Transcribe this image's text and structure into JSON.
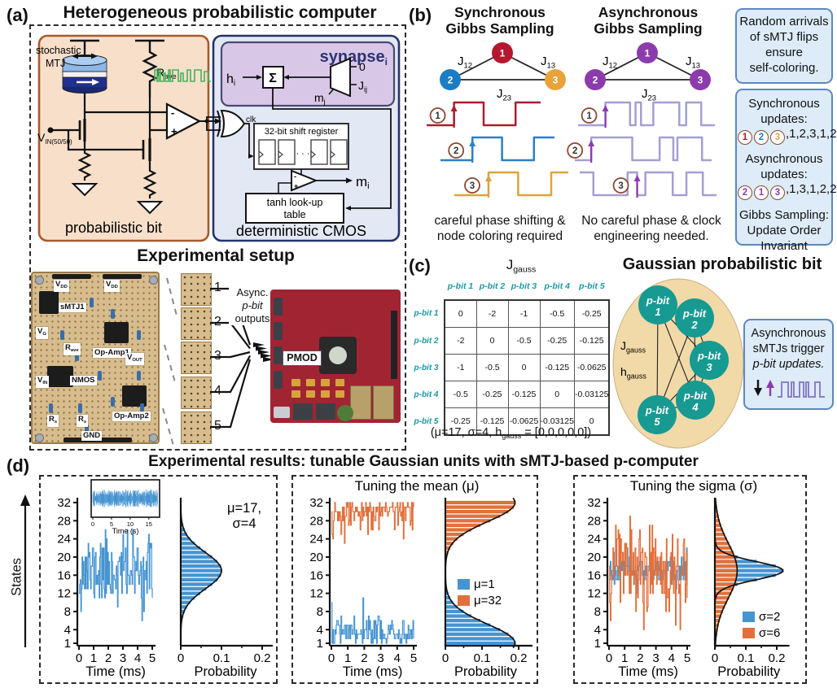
{
  "panel_a": {
    "label": "(a)",
    "title": "Heterogeneous probabilistic computer",
    "pbit": {
      "box_label": "probabilistic bit",
      "mtj_line1": "stochastic",
      "mtj_line2": "MTJ",
      "r_main": "R",
      "r_sub": "ave",
      "v_main": "V",
      "v_sub": "IN(50/50)"
    },
    "cmos": {
      "box_label": "deterministic CMOS",
      "synapse_main": "synapse",
      "synapse_sub": "i",
      "h_main": "h",
      "h_sub": "i",
      "sum": "Σ",
      "mux_top": "0",
      "j_main": "J",
      "j_sub": "ij",
      "m_main": "m",
      "m_sub": "j",
      "clk": "clk",
      "register": "32-bit shift register",
      "dots": "· · ·",
      "mi_main": "m",
      "mi_sub": "i",
      "tanh_line1": "tanh look-up",
      "tanh_line2": "table"
    },
    "setup": {
      "title": "Experimental setup",
      "board_labels": [
        {
          "m": "V",
          "s": "DD"
        },
        {
          "m": "V",
          "s": "DD"
        },
        {
          "m": "sMTJ1",
          "s": ""
        },
        {
          "m": "V",
          "s": "G"
        },
        {
          "m": "R",
          "s": "ave"
        },
        {
          "m": "Op-Amp1",
          "s": ""
        },
        {
          "m": "V",
          "s": "OUT"
        },
        {
          "m": "V",
          "s": "IN"
        },
        {
          "m": "NMOS",
          "s": ""
        },
        {
          "m": "R",
          "s": "s"
        },
        {
          "m": "R",
          "s": "s"
        },
        {
          "m": "Op-Amp2",
          "s": ""
        },
        {
          "m": "GND",
          "s": ""
        }
      ],
      "tile_numbers": [
        "1",
        "2",
        "3",
        "4",
        "5"
      ],
      "arrow_label_lines": [
        "Async.",
        "p-bit",
        "outputs"
      ],
      "fpga_label": "PMOD"
    }
  },
  "panel_b": {
    "label": "(b)",
    "sync_title_lines": [
      "Synchronous",
      "Gibbs Sampling"
    ],
    "async_title_lines": [
      "Asynchronous",
      "Gibbs Sampling"
    ],
    "sync_caption_lines": [
      "careful phase shifting &",
      "node coloring required"
    ],
    "async_caption_lines": [
      "No careful phase & clock",
      "engineering needed."
    ],
    "graph": {
      "node_labels": [
        "1",
        "2",
        "3"
      ],
      "edge_labels": [
        {
          "m": "J",
          "s": "12"
        },
        {
          "m": "J",
          "s": "13"
        },
        {
          "m": "J",
          "s": "23"
        }
      ],
      "sync_node_colors": [
        "#b5182e",
        "#1c7cc4",
        "#e8a33b"
      ],
      "async_node_color": "#8c3bad"
    },
    "waveforms": {
      "sync": [
        {
          "num": "1",
          "color": "#a81e2e",
          "start": 0,
          "transitions": [
            0.24,
            0.5,
            0.78
          ],
          "arrow_t": 0.24
        },
        {
          "num": "2",
          "color": "#2d7fc1",
          "start": 0,
          "transitions": [
            0.28,
            0.54,
            0.82
          ],
          "arrow_t": 0.28
        },
        {
          "num": "3",
          "color": "#dfa33c",
          "start": 0,
          "transitions": [
            0.3,
            0.56,
            0.85
          ],
          "arrow_t": 0.3
        }
      ],
      "async": [
        {
          "num": "1",
          "color": "#a49fd2",
          "start": 0,
          "transitions": [
            0.2,
            0.38,
            0.42,
            0.46,
            0.55,
            0.74,
            0.79,
            0.9
          ],
          "arrow_t": 0.2
        },
        {
          "num": "2",
          "color": "#a49fd2",
          "start": 0,
          "transitions": [
            0.12,
            0.42,
            0.62,
            0.72,
            0.75,
            0.93
          ],
          "arrow_t": 0.12
        },
        {
          "num": "3",
          "color": "#a49fd2",
          "start": 1,
          "transitions": [
            0.1,
            0.35,
            0.42,
            0.48,
            0.68,
            0.78,
            0.9
          ],
          "arrow_t": 0.42
        }
      ],
      "arrow_color_async": "#8c3bad"
    },
    "info_box1_lines": [
      "Random arrivals",
      "of sMTJ flips",
      "ensure",
      "self-coloring."
    ],
    "info_box2": {
      "sync_heading_lines": [
        "Synchronous",
        "updates:"
      ],
      "sync_sequence": [
        {
          "t": "1",
          "c": "#b5182e"
        },
        {
          "t": "2",
          "c": "#1c7cc4"
        },
        {
          "t": "3",
          "c": "#e8a33b"
        }
      ],
      "sync_rest": ",1,2,3,1,2 ...",
      "async_heading_lines": [
        "Asynchronous",
        "updates:"
      ],
      "async_sequence": [
        {
          "t": "2",
          "c": "#8c3bad"
        },
        {
          "t": "1",
          "c": "#8c3bad"
        },
        {
          "t": "3",
          "c": "#8c3bad"
        }
      ],
      "async_rest": ",1,3,1,2,2 ...",
      "gibbs_lines": [
        "Gibbs Sampling:",
        "Update Order",
        "Invariant"
      ]
    }
  },
  "panel_c": {
    "label": "(c)",
    "matrix_title": {
      "m": "J",
      "s": "gauss"
    },
    "table": {
      "col_headers": [
        "p-bit 1",
        "p-bit 2",
        "p-bit 3",
        "p-bit 4",
        "p-bit 5"
      ],
      "row_headers": [
        "p-bit 1",
        "p-bit 2",
        "p-bit 3",
        "p-bit 4",
        "p-bit 5"
      ],
      "values": [
        [
          "0",
          "-2",
          "-1",
          "-0.5",
          "-0.25"
        ],
        [
          "-2",
          "0",
          "-0.5",
          "-0.25",
          "-0.125"
        ],
        [
          "-1",
          "-0.5",
          "0",
          "-0.125",
          "-0.0625"
        ],
        [
          "-0.5",
          "-0.25",
          "-0.125",
          "0",
          "-0.03125"
        ],
        [
          "-0.25",
          "-0.125",
          "-0.0625",
          "-0.03125",
          "0"
        ]
      ]
    },
    "caption": {
      "pre": "(μ=17, σ=4, h",
      "sub": "gauss",
      "post": " = [0,0,0,0,0])"
    },
    "right_title": "Gaussian probabilistic bit",
    "graph": {
      "nodes": [
        {
          "label": "p-bit",
          "num": "1"
        },
        {
          "label": "p-bit",
          "num": "2"
        },
        {
          "label": "p-bit",
          "num": "3"
        },
        {
          "label": "p-bit",
          "num": "4"
        },
        {
          "label": "p-bit",
          "num": "5"
        }
      ],
      "j_label": {
        "m": "J",
        "s": "gauss"
      },
      "h_label": {
        "m": "h",
        "s": "gauss"
      },
      "node_color": "#169a92",
      "ellipse_color": "#f2d9a8"
    },
    "info_lines": [
      "Asynchronous",
      "sMTJs trigger",
      "p-bit updates."
    ]
  },
  "panel_d": {
    "label": "(d)",
    "title": "Experimental results: tunable Gaussian units with sMTJ-based p-computer",
    "states_label": "States"
  },
  "chart_data": [
    {
      "type": "line",
      "title": "",
      "annotation_lines": [
        "μ=17,",
        "σ=4"
      ],
      "xlabel": "Time (ms)",
      "ylabel": "States",
      "x_ticks": [
        0,
        1,
        2,
        3,
        4,
        5
      ],
      "y_ticks": [
        1,
        4,
        8,
        12,
        16,
        20,
        24,
        28,
        32
      ],
      "ylim": [
        1,
        33
      ],
      "series": [
        {
          "name": "μ=17, σ=4",
          "color": "#4694d1",
          "mu": 17,
          "sigma": 4,
          "peak_probability": 0.1,
          "folded": false
        }
      ],
      "hist": {
        "xlabel": "Probability",
        "ticks": [
          0,
          0.1,
          0.2
        ]
      },
      "inset": {
        "xlabel": "Time (s)",
        "x_ticks": [
          0,
          5,
          10,
          15
        ],
        "color": "#4694d1"
      }
    },
    {
      "type": "line",
      "title": "Tuning the mean (μ)",
      "xlabel": "Time (ms)",
      "x_ticks": [
        0,
        1,
        2,
        3,
        4,
        5
      ],
      "y_ticks": [
        1,
        4,
        8,
        12,
        16,
        20,
        24,
        28,
        32
      ],
      "ylim": [
        1,
        33
      ],
      "series": [
        {
          "name": "μ=1",
          "color": "#4694d1",
          "mu": 1,
          "sigma": 4.2,
          "peak_probability": 0.19,
          "folded": true
        },
        {
          "name": "μ=32",
          "color": "#e2703c",
          "mu": 32,
          "sigma": 4.2,
          "peak_probability": 0.19,
          "folded": true
        }
      ],
      "hist": {
        "xlabel": "Probability",
        "ticks": [
          0,
          0.1,
          0.2
        ]
      },
      "legend": [
        "μ=1",
        "μ=32"
      ]
    },
    {
      "type": "line",
      "title": "Tuning the sigma (σ)",
      "xlabel": "Time (ms)",
      "x_ticks": [
        0,
        1,
        2,
        3,
        4,
        5
      ],
      "y_ticks": [
        1,
        4,
        8,
        12,
        16,
        20,
        24,
        28,
        32
      ],
      "ylim": [
        1,
        33
      ],
      "series": [
        {
          "name": "σ=2",
          "color": "#4694d1",
          "mu": 17,
          "sigma": 2,
          "peak_probability": 0.22,
          "folded": false
        },
        {
          "name": "σ=6",
          "color": "#e2703c",
          "mu": 17,
          "sigma": 6,
          "peak_probability": 0.072,
          "folded": false
        }
      ],
      "hist": {
        "xlabel": "Probability",
        "ticks": [
          0,
          0.1,
          0.2
        ]
      },
      "legend": [
        "σ=2",
        "σ=6"
      ]
    }
  ]
}
